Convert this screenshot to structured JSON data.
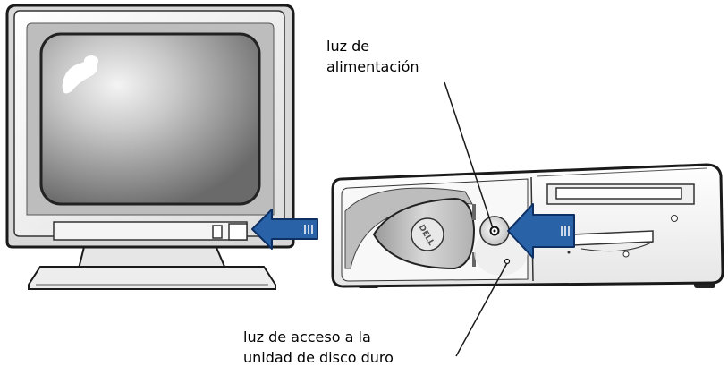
{
  "labels": {
    "power_light": [
      "luz de",
      "alimentación"
    ],
    "hdd_light": [
      "luz de acceso a la",
      "unidad de disco duro"
    ]
  },
  "computer": {
    "brand_logo_text": "DELL"
  },
  "colors": {
    "arrow_blue": "#2a62a8",
    "line": "#1a1a1a",
    "screen_dark": "#8a8a8a",
    "body_light": "#f2f2f2"
  },
  "icons": {
    "monitor": "monitor-icon",
    "computer": "desktop-computer-icon",
    "arrow": "arrow-left-icon"
  }
}
